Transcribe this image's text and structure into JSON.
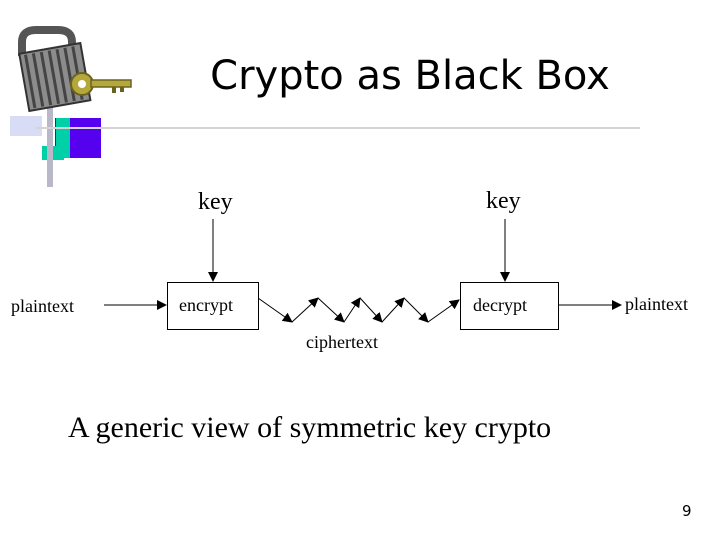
{
  "slide": {
    "title": "Crypto as Black Box",
    "caption": "A generic view of symmetric key crypto",
    "page_number": "9"
  },
  "diagram": {
    "key_left": "key",
    "key_right": "key",
    "plaintext_in": "plaintext",
    "plaintext_out": "plaintext",
    "encrypt_label": "encrypt",
    "decrypt_label": "decrypt",
    "ciphertext_label": "ciphertext"
  },
  "decor": {
    "icon": "padlock-and-key-icon",
    "lock_color": "#8c8c8c",
    "key_color": "#b5a83a",
    "square_colors": [
      "#3333ff",
      "#6b6bff",
      "#00d0a8",
      "#8f8fff"
    ]
  }
}
